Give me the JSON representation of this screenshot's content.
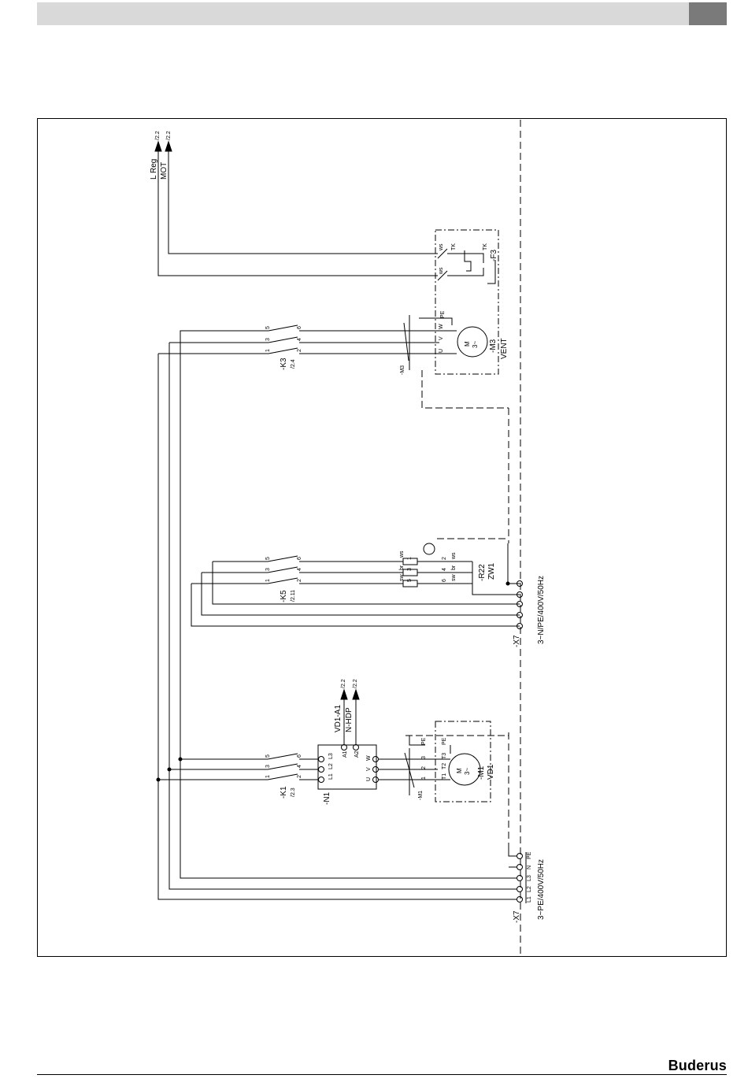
{
  "brand": "Buderus",
  "labels": {
    "l_reg": "L Reg",
    "mot": "MOT",
    "ref_22": "/2.2",
    "ws": "ws",
    "tk": "TK",
    "f3": "-F3",
    "k3": "-K3",
    "ref_24": "/2.4",
    "m3_term": "-M3",
    "m3": "-M3",
    "vent": "VENT",
    "k5": "-K5",
    "ref_211": "/2.11",
    "r22": "-R22",
    "zw1": "ZW1",
    "sw": "sw",
    "br": "br",
    "k1": "-K1",
    "ref_23": "/2.3",
    "n1": "-N1",
    "vd1_a1": "VD1-A1",
    "n_hdp": "N-HDP",
    "m1_term": "-M1",
    "m1": "-M1",
    "vd1": "VD1",
    "x7": "-X7",
    "supply_n": "3~N/PE/400V/50Hz",
    "supply_pe": "3~PE/400V/50Hz",
    "u": "U",
    "v": "V",
    "w": "W",
    "pe": "PE",
    "n": "N",
    "l1": "L1",
    "l2": "L2",
    "l3": "L3",
    "t1": "T1",
    "t2": "T2",
    "t3": "T3",
    "a1": "A1",
    "a2": "A2",
    "m": "M",
    "three_phase": "3~",
    "c1": "1",
    "c2": "2",
    "c3": "3",
    "c4": "4",
    "c5": "5",
    "c6": "6"
  }
}
